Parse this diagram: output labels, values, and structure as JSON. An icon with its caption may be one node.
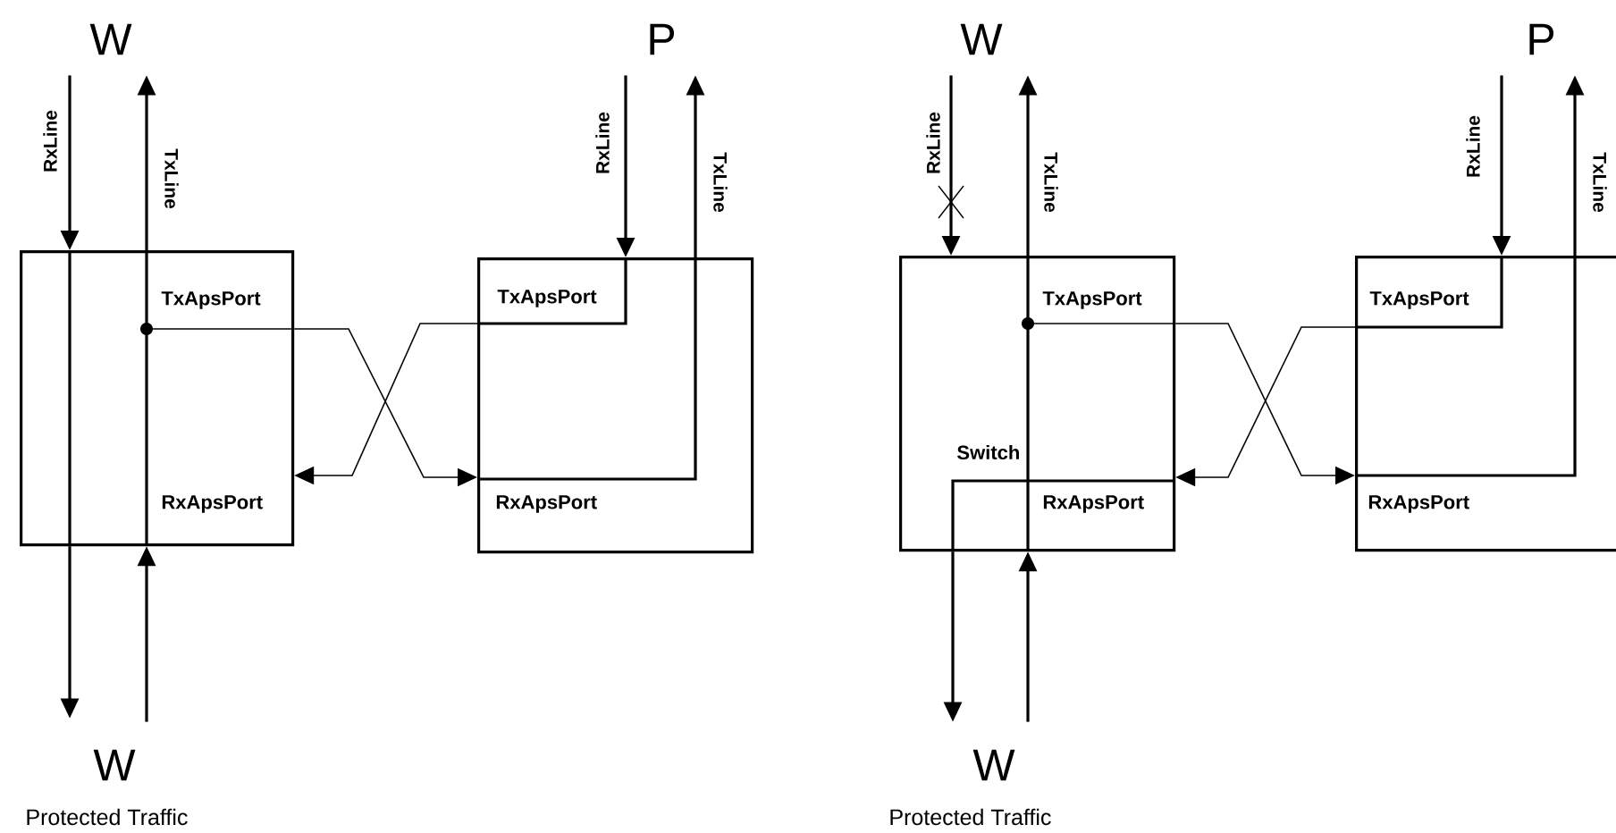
{
  "diagram": {
    "nodes": [
      {
        "text": [
          "TxApsPort",
          "RxApsPort"
        ]
      },
      {
        "text": [
          "TxApsPort",
          "RxApsPort"
        ]
      },
      {
        "text": [
          "W"
        ]
      },
      {
        "text": [
          "W"
        ]
      },
      {
        "text": [
          "P"
        ]
      },
      {
        "text": [
          "TxApsPort",
          "Switch",
          "RxApsPort"
        ]
      },
      {
        "text": [
          "TxApsPort",
          "RxApsPort"
        ]
      },
      {
        "text": [
          "W"
        ]
      },
      {
        "text": [
          "W"
        ]
      },
      {
        "text": [
          "P"
        ]
      }
    ],
    "edges": [
      {
        "from": 2,
        "to": 0,
        "arrow": "to",
        "label": "RxLine"
      },
      {
        "from": 0,
        "to": 3,
        "arrow": "to"
      },
      {
        "from": 3,
        "to": 0,
        "arrow": "to"
      },
      {
        "from": 0,
        "to": 2,
        "arrow": "to",
        "label": "TxLine"
      },
      {
        "from": 4,
        "to": 1,
        "arrow": "to",
        "label": "RxLine"
      },
      {
        "from": 1,
        "to": 4,
        "arrow": "to",
        "label": "TxLine"
      },
      {
        "from": 0,
        "to": 1,
        "arrow": "to"
      },
      {
        "from": 1,
        "to": 0,
        "arrow": "to"
      },
      {
        "from": 7,
        "to": 5,
        "arrow": "to",
        "label": "RxLine"
      },
      {
        "from": 5,
        "to": 8,
        "arrow": "to"
      },
      {
        "from": 8,
        "to": 5,
        "arrow": "to"
      },
      {
        "from": 5,
        "to": 7,
        "arrow": "to",
        "label": "TxLine"
      },
      {
        "from": 9,
        "to": 6,
        "arrow": "to",
        "label": "RxLine"
      },
      {
        "from": 6,
        "to": 9,
        "arrow": "to",
        "label": "TxLine"
      },
      {
        "from": 5,
        "to": 6,
        "arrow": "to"
      },
      {
        "from": 6,
        "to": 5,
        "arrow": "to"
      }
    ],
    "labels": [
      "Protected Traffic",
      "Protected Traffic"
    ]
  }
}
